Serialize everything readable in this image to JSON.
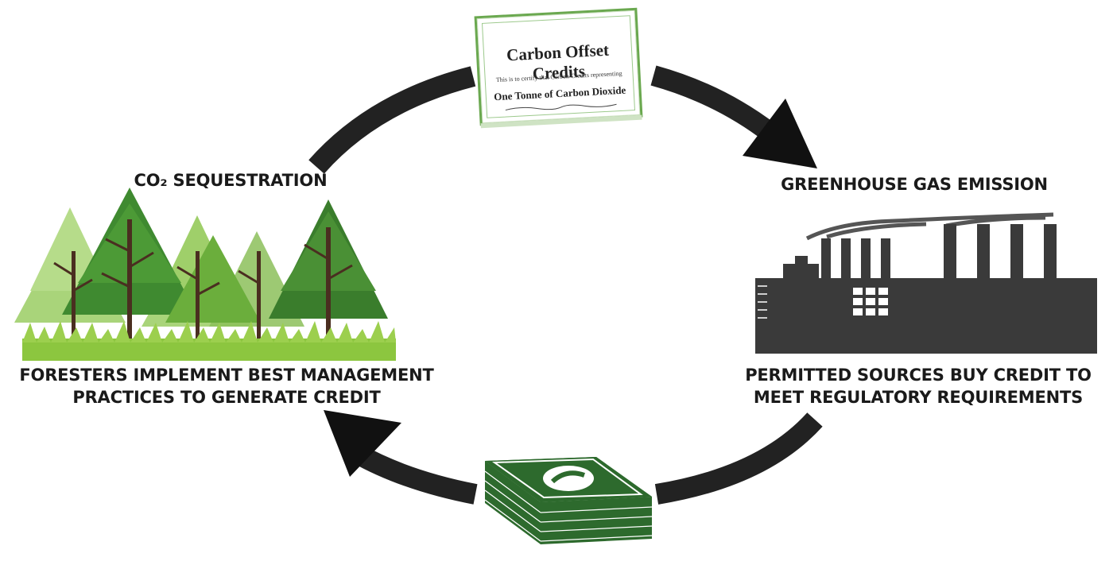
{
  "labels": {
    "sequestration": "CO₂ SEQUESTRATION",
    "emission": "GREENHOUSE GAS EMISSION",
    "foresters_line1": "FORESTERS IMPLEMENT BEST MANAGEMENT",
    "foresters_line2": "PRACTICES TO GENERATE CREDIT",
    "permitted_line1": "PERMITTED SOURCES BUY CREDIT TO",
    "permitted_line2": "MEET REGULATORY REQUIREMENTS"
  },
  "certificate": {
    "title": "Carbon Offset Credits",
    "line": "This is to certify that Carbon Credits representing",
    "big": "One Tonne of Carbon Dioxide"
  },
  "colors": {
    "arrow": "#222222",
    "tree_dark": "#3a7d2c",
    "tree_mid": "#6bae3c",
    "tree_light": "#9fcf6a",
    "grass": "#8cc63f",
    "factory": "#3a3a3a",
    "money": "#2d6a2d",
    "cert_border": "#6aa84f"
  },
  "icons": [
    "forest-icon",
    "factory-icon",
    "money-stack-icon",
    "certificate-icon"
  ]
}
